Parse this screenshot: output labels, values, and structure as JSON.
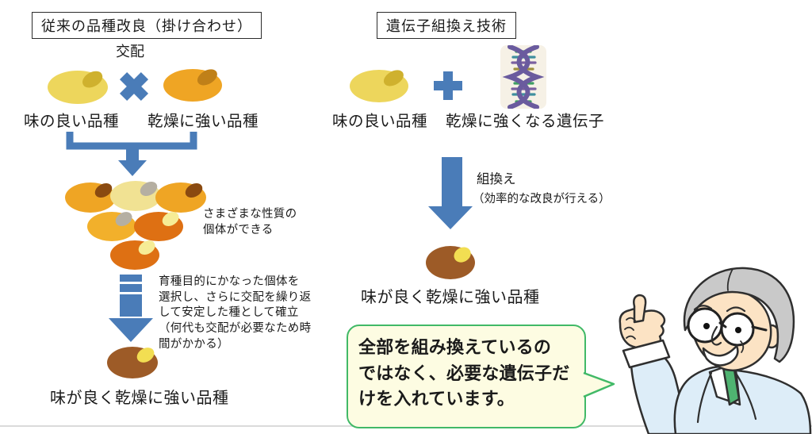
{
  "colors": {
    "accent": "#4a7cb8",
    "outline": "#2f2f2f",
    "bubble_fill": "#fdfce2",
    "bubble_border": "#41b967",
    "bean_pale": "#edd65c",
    "bean_pale_spot": "#cfb12e",
    "bean_orange": "#efa524",
    "bean_orange2_spot": "#c08018",
    "bean_darkbrown_spot": "#8a4a10",
    "bean_cluster_pale": "#f1e293",
    "bean_gray_spot": "#b5afa2",
    "bean_golden": "#f2b02b",
    "bean_darkorange": "#de7013",
    "bean_light_spot": "#f6ec96",
    "bean_brown": "#9d5b27",
    "bean_brown_spot": "#f2de52",
    "coat": "#ddedf8",
    "skin": "#fce3c4",
    "hair": "#c9c9c9",
    "tie": "#4fb371",
    "dna_strand": "#6a5b9e"
  },
  "left_panel": {
    "title": "従来の品種改良（掛け合わせ）",
    "cross_label": "交配",
    "parent1_label": "味の良い品種",
    "parent2_label": "乾燥に強い品種",
    "offspring_note": "さまざまな性質の\n個体ができる",
    "selection_note": "育種目的にかなった個体を\n選択し、さらに交配を繰り返\nして安定した種として確立\n（何代も交配が必要なため時\n間がかかる）",
    "result_label": "味が良く乾燥に強い品種"
  },
  "right_panel": {
    "title": "遺伝子組換え技術",
    "parent_label": "味の良い品種",
    "gene_label": "乾燥に強くなる遺伝子",
    "process_label": "組換え",
    "process_note": "（効率的な改良が行える）",
    "result_label": "味が良く乾燥に強い品種"
  },
  "speech_bubble": {
    "text": "全部を組み換えているの\nではなく、必要な遺伝子だ\nけを入れています。"
  }
}
